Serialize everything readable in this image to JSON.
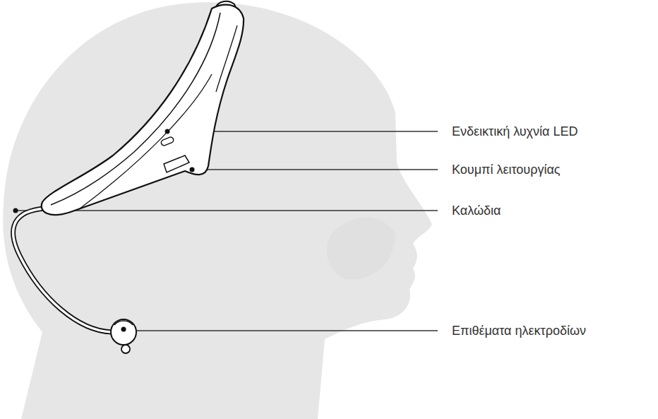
{
  "diagram": {
    "labels": [
      "Ενδεικτική λυχνία LED",
      "Κουμπί λειτουργίας",
      "Καλώδια",
      "Επιθέματα ηλεκτροδίων"
    ]
  }
}
